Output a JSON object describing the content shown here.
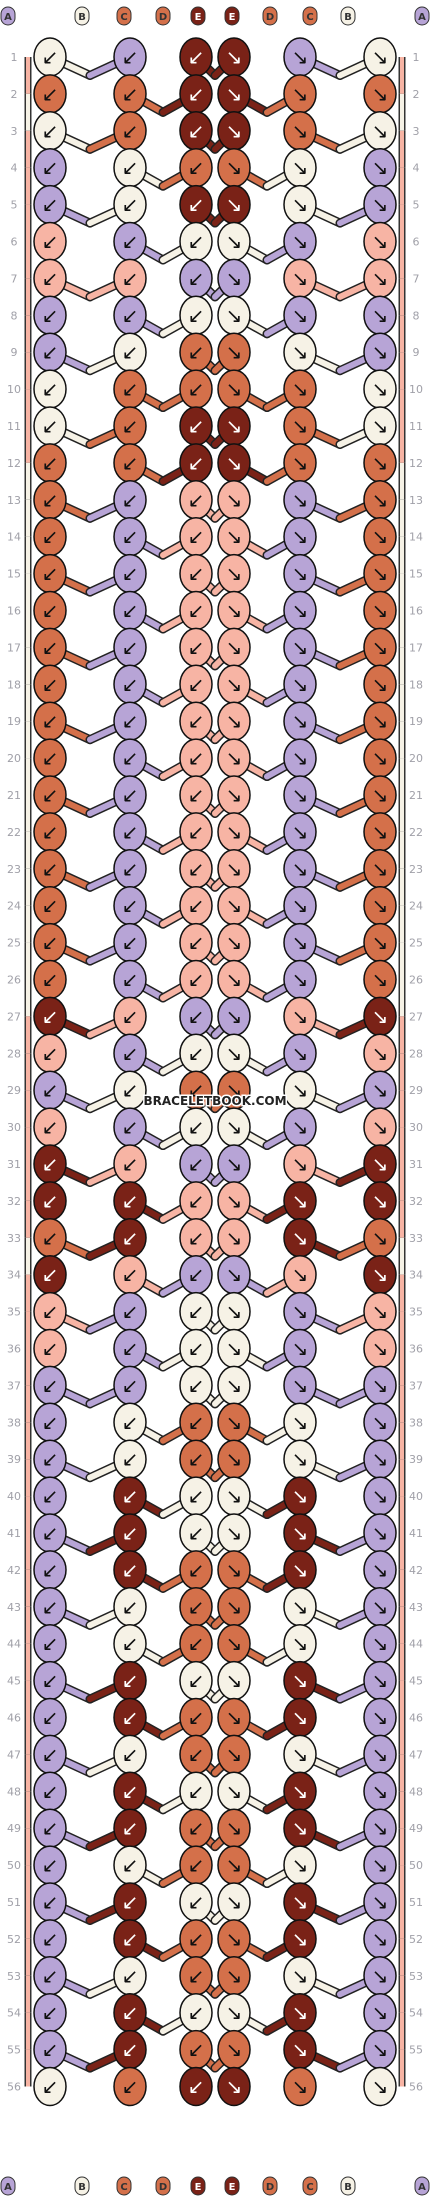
{
  "watermark": "BRACELETBOOK.COM",
  "string_colors": {
    "A": "#b7a4d6",
    "B": "#f6f2e6",
    "C": "#d4704a",
    "D": "#d4704a",
    "E": "#7a2217",
    "F": "#f7b4a4"
  },
  "top_labels": [
    "A",
    "B",
    "C",
    "D",
    "E",
    "E",
    "D",
    "C",
    "B",
    "A"
  ],
  "bottom_labels": [
    "A",
    "B",
    "C",
    "D",
    "E",
    "E",
    "D",
    "C",
    "B",
    "A"
  ],
  "row_numbers": {
    "first": 1,
    "last": 56
  },
  "arrow_glyphs": {
    "sw": "↙",
    "se": "↘",
    "sw_hook": "↙",
    "se_hook": "↘"
  },
  "knots": [
    "B A E E A B",
    "C D E E D C",
    "B C E E C B",
    "A B C C B A",
    "A B E E B A",
    "F A B B A F",
    "F F A A F F",
    "A A B B A A",
    "A B C C B A",
    "B C D D C B",
    "B C E E C B",
    "C D E E D C",
    "C A F F A C",
    "C A F F A C",
    "C A F F A C",
    "C A F F A C",
    "C A F F A C",
    "C A F F A C",
    "C A F F A C",
    "C A F F A C",
    "C A F F A C",
    "C A F F A C",
    "C A F F A C",
    "C A F F A C",
    "C A F F A C",
    "C A F F A C",
    "E F A A F E",
    "F A B B A F",
    "A B C C B A",
    "F A B B A F",
    "E F A A F E",
    "E E F F E E",
    "C E F F E C",
    "E F A A F E",
    "F A B B A F",
    "F A B B A F",
    "A A B B A A",
    "A B C C B A",
    "A B C C B A",
    "A E B B E A",
    "A E B B E A",
    "A E C C E A",
    "A B C C B A",
    "A B C C B A",
    "A E B B E A",
    "A E C C E A",
    "A B C C B A",
    "A E B B E A",
    "A E C C E A",
    "A B C C B A",
    "A E B B E A",
    "A E C C E A",
    "A B C C B A",
    "A E B B E A",
    "A E C C E A",
    "B C E E C B"
  ]
}
